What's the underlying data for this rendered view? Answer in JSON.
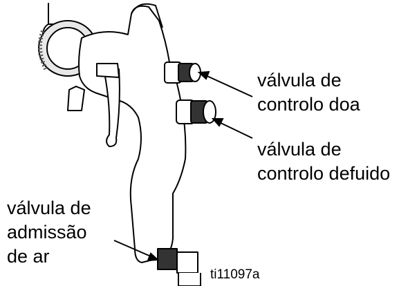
{
  "labels": {
    "top_valve": [
      "válvula de",
      "controlo doa"
    ],
    "middle_valve": [
      "válvula de",
      "controlo defuido"
    ],
    "air_inlet": [
      "válvula de",
      "admissão",
      "de ar"
    ]
  },
  "figure_id": "ti11097a",
  "colors": {
    "outline": "#000000",
    "body": "#ffffff",
    "shade": "#d9d9d9",
    "knurl": "#222222"
  }
}
